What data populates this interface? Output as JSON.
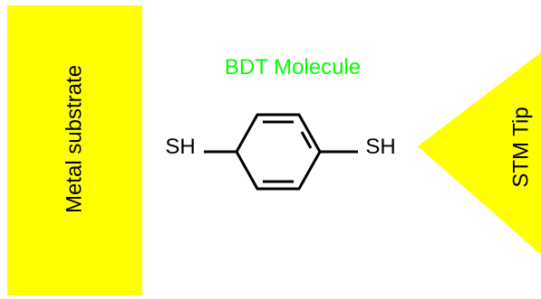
{
  "colors": {
    "substrate": "#ffff00",
    "tip": "#ffff00",
    "molecule_title": "#00ff00",
    "bond": "#000000",
    "text": "#000000"
  },
  "labels": {
    "substrate": "Metal substrate",
    "molecule_title": "BDT Molecule",
    "thiol_left": "SH",
    "thiol_right": "SH",
    "tip": "STM Tip"
  }
}
